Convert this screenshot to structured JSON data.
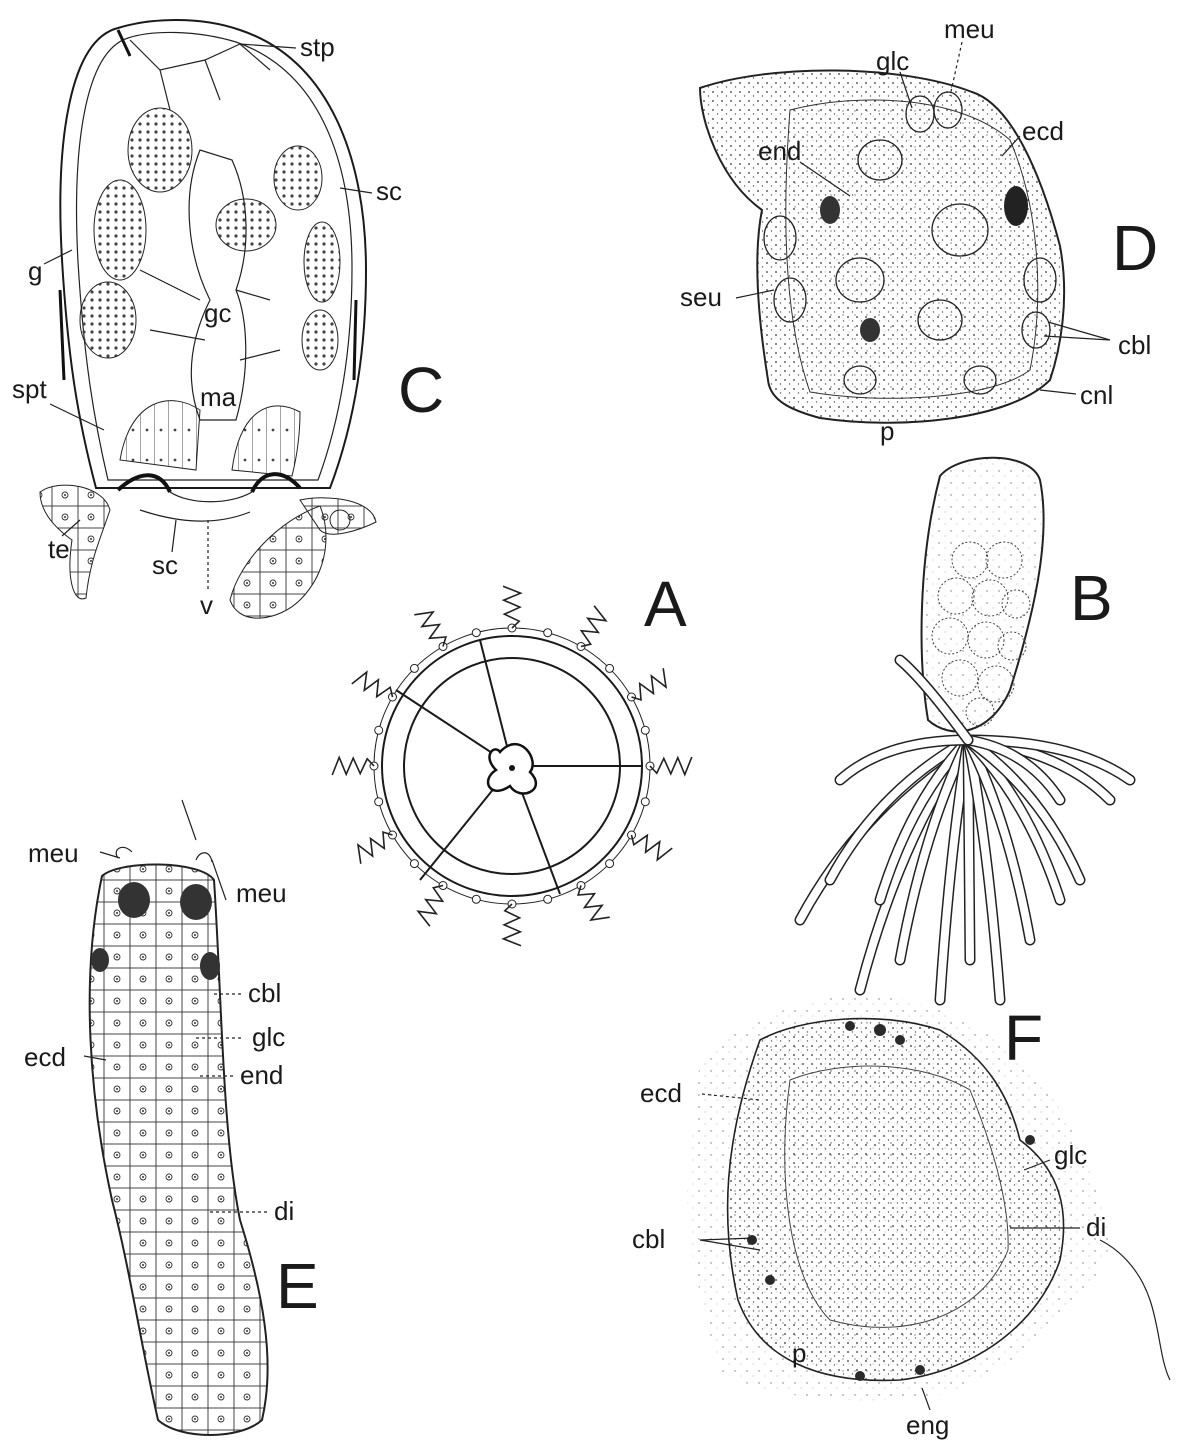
{
  "panels": {
    "A": {
      "letter": "A"
    },
    "B": {
      "letter": "B"
    },
    "C": {
      "letter": "C",
      "labels": {
        "stp": "stp",
        "sc_top": "sc",
        "g": "g",
        "gc": "gc",
        "spt": "spt",
        "ma": "ma",
        "te": "te",
        "sc_bottom": "sc",
        "v": "v"
      }
    },
    "D": {
      "letter": "D",
      "labels": {
        "meu": "meu",
        "glc": "glc",
        "ecd": "ecd",
        "end": "end",
        "seu": "seu",
        "cbl": "cbl",
        "cnl": "cnl",
        "p": "p"
      }
    },
    "E": {
      "letter": "E",
      "labels": {
        "meu_left": "meu",
        "meu_right": "meu",
        "cbl": "cbl",
        "glc": "glc",
        "ecd": "ecd",
        "end": "end",
        "di": "di"
      }
    },
    "F": {
      "letter": "F",
      "labels": {
        "ecd": "ecd",
        "glc": "glc",
        "cbl": "cbl",
        "di": "di",
        "p": "p",
        "eng": "eng"
      }
    }
  }
}
